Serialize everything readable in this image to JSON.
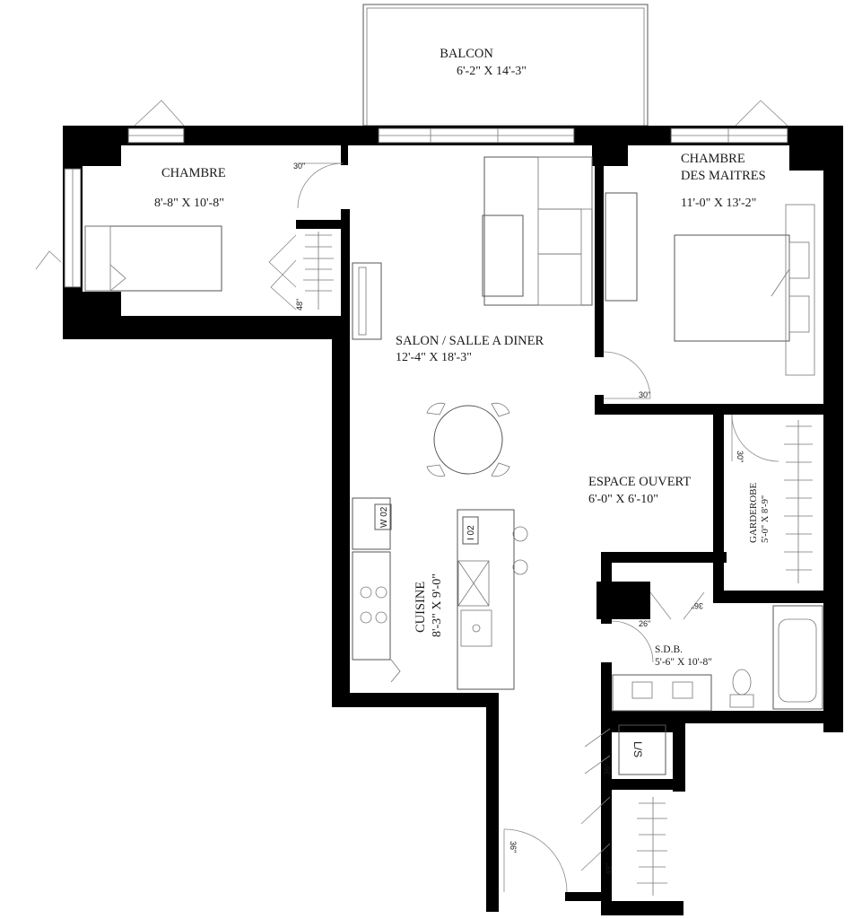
{
  "balcony": {
    "name": "BALCON",
    "dims": "6'-2\" X 14'-3\""
  },
  "bedroom": {
    "name": "CHAMBRE",
    "dims": "8'-8\" X 10'-8\""
  },
  "master": {
    "name_line1": "CHAMBRE",
    "name_line2": "DES MAITRES",
    "dims": "11'-0\" X 13'-2\""
  },
  "living": {
    "name": "SALON / SALLE A DINER",
    "dims": "12'-4\" X 18'-3\""
  },
  "open_space": {
    "name": "ESPACE OUVERT",
    "dims": "6'-0\" X 6'-10\""
  },
  "wardrobe": {
    "name": "GARDEROBE",
    "dims": "5'-0\" X 8'-9\""
  },
  "kitchen": {
    "name": "CUISINE",
    "dims": "8'-3\" X 9'-0\""
  },
  "bathroom": {
    "name": "S.D.B.",
    "dims": "5'-6\" X 10'-8\""
  },
  "appliances": {
    "washer": "W 02",
    "dishwasher": "I 02",
    "laundry": "L/S"
  },
  "door_sizes": {
    "bedroom_entry": "30\"",
    "bedroom_closet": "48\"",
    "master_entry": "30\"",
    "wardrobe_door": "30\"",
    "bath_closet": "36\"",
    "bath_entry": "26\"",
    "laundry": "36\"",
    "entry_closet": "48\"",
    "main_entry": "36\""
  }
}
